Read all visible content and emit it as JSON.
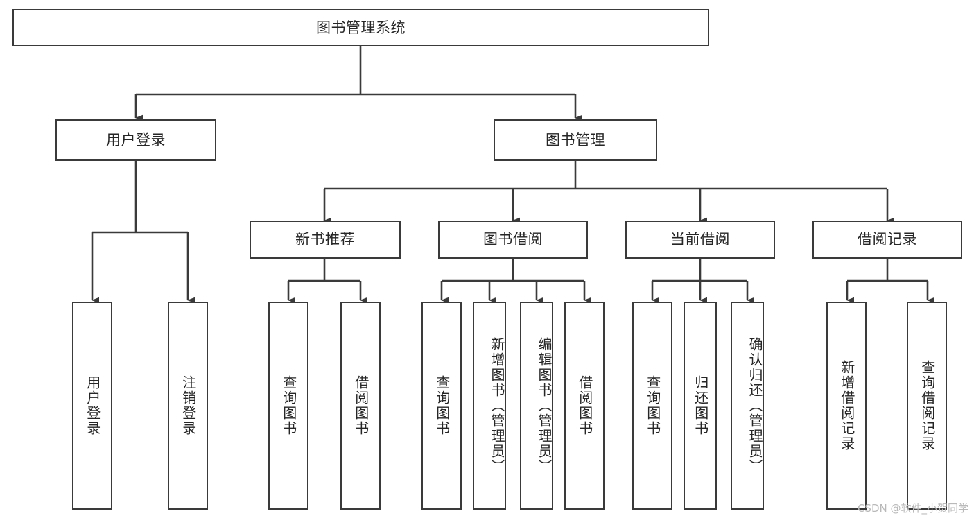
{
  "diagram": {
    "title": "图书管理系统",
    "type": "tree",
    "stroke_color": "#3a3a3a",
    "fill_color": "#ffffff",
    "text_color": "#262626",
    "nodes": {
      "root": {
        "label": "图书管理系统",
        "level": 1
      },
      "user_login": {
        "label": "用户登录",
        "level": 2
      },
      "book_manage": {
        "label": "图书管理",
        "level": 2
      },
      "new_book_rec": {
        "label": "新书推荐",
        "level": 3
      },
      "book_borrow": {
        "label": "图书借阅",
        "level": 3
      },
      "current_borrow": {
        "label": "当前借阅",
        "level": 3
      },
      "borrow_record": {
        "label": "借阅记录",
        "level": 3
      },
      "leaf_user_login": {
        "label": "用户登录",
        "level": 4
      },
      "leaf_logout": {
        "label": "注销登录",
        "level": 4
      },
      "leaf_query_book_1": {
        "label": "查询图书",
        "level": 4
      },
      "leaf_borrow_book_1": {
        "label": "借阅图书",
        "level": 4
      },
      "leaf_query_book_2": {
        "label": "查询图书",
        "level": 4
      },
      "leaf_add_book": {
        "label": "新增图书（管理员）",
        "level": 4
      },
      "leaf_edit_book": {
        "label": "编辑图书（管理员）",
        "level": 4
      },
      "leaf_borrow_book_2": {
        "label": "借阅图书",
        "level": 4
      },
      "leaf_query_book_3": {
        "label": "查询图书",
        "level": 4
      },
      "leaf_return_book": {
        "label": "归还图书",
        "level": 4
      },
      "leaf_confirm_return": {
        "label": "确认归还（管理员）",
        "level": 4
      },
      "leaf_add_record": {
        "label": "新增借阅记录",
        "level": 4
      },
      "leaf_query_record": {
        "label": "查询借阅记录",
        "level": 4
      }
    }
  },
  "watermark": {
    "text": "CSDN @软件_小贺同学"
  }
}
